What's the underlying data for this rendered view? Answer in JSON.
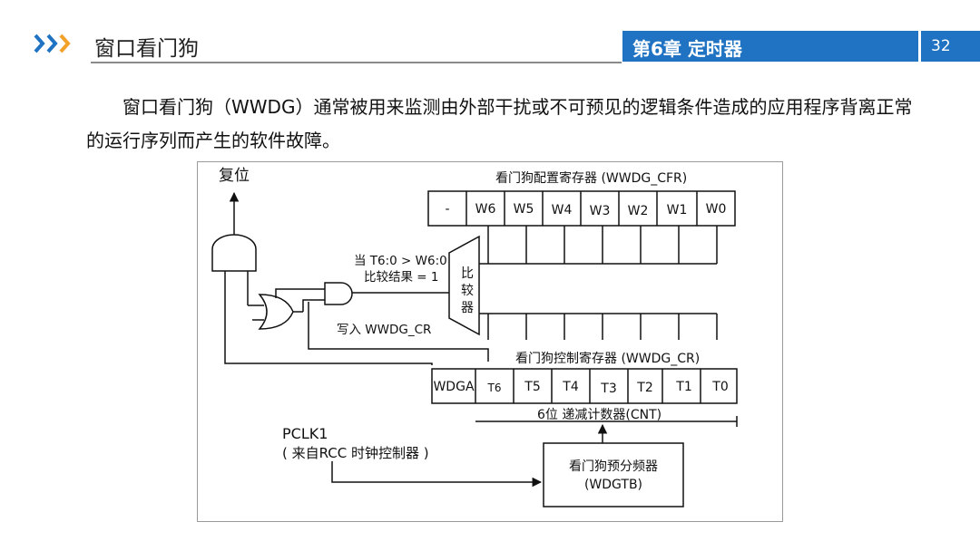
{
  "header": {
    "title": "窗口看门狗",
    "chapter": "第6章 定时器",
    "page_number": "32",
    "accent_color": "#1f73c2",
    "chevron_icon": "triple-chevron-right-icon"
  },
  "body": {
    "paragraph": "窗口看门狗（WWDG）通常被用来监测由外部干扰或不可预见的逻辑条件造成的应用程序背离正常的运行序列而产生的软件故障。"
  },
  "diagram": {
    "reset_label": "复位",
    "cfr_title": "看门狗配置寄存器 (WWDG_CFR)",
    "cfr_bits": [
      "-",
      "W6",
      "W5",
      "W4",
      "W3",
      "W2",
      "W1",
      "W0"
    ],
    "condition_line1": "当 T6:0 > W6:0",
    "condition_line2": "比较结果 = 1",
    "comparator_chars": [
      "比",
      "较",
      "器"
    ],
    "write_label": "写入 WWDG_CR",
    "cr_title": "看门狗控制寄存器 (WWDG_CR)",
    "cr_bits": [
      "WDGA",
      "T6",
      "T5",
      "T4",
      "T3",
      "T2",
      "T1",
      "T0"
    ],
    "counter_label": "6位 递减计数器(CNT)",
    "pclk_label": "PCLK1",
    "pclk_source": "( 来自RCC 时钟控制器 )",
    "prescaler_line1": "看门狗预分频器",
    "prescaler_line2": "(WDGTB)"
  }
}
